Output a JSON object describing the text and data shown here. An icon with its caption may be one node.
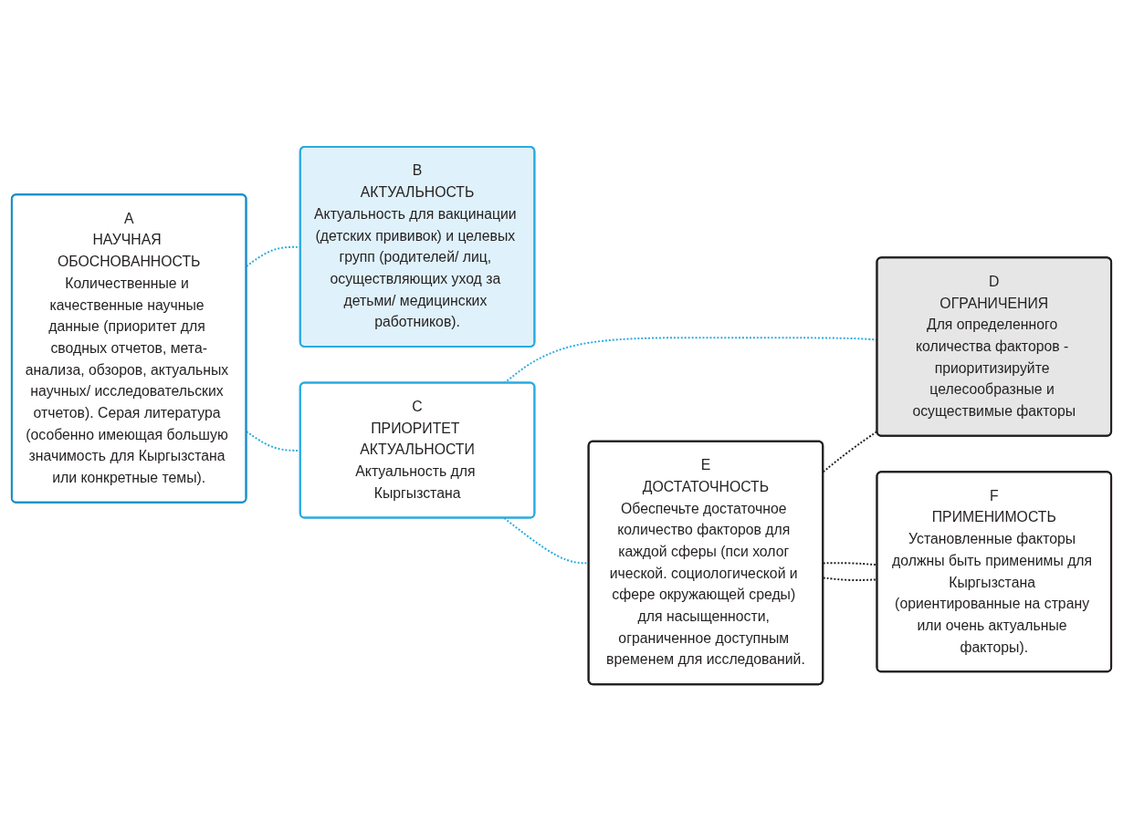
{
  "diagram": {
    "nodes": [
      {
        "text": [
          "A",
          "НАУЧНАЯ ОБОСНОВАННОСТЬ",
          "Количественные и качественные научные данные (приоритет для сводных отчетов, мета-анализа, обзоров, актуальных научных/ исследовательских отчетов). Серая литература (особенно имеющая большую значимость для Кыргызстана или конкретные темы)."
        ]
      },
      {
        "text": [
          "B",
          "АКТУАЛЬНОСТЬ",
          "Актуальность для вакцинации (детских прививок) и целевых групп (родителей/ лиц, осуществляющих уход за детьми/ медицинских работников)."
        ]
      },
      {
        "text": [
          "C",
          "ПРИОРИТЕТ АКТУАЛЬНОСТИ",
          "Актуальность для Кыргызстана"
        ]
      },
      {
        "text": [
          "D",
          "ОГРАНИЧЕНИЯ",
          "Для определенного количества факторов - приоритизируйте целесообразные и осуществимые факторы"
        ]
      },
      {
        "text": [
          "E",
          "ДОСТАТОЧНОСТЬ",
          "Обеспечьте достаточное количество факторов для каждой сферы (пси холог ической. социологической и сфере окружающей среды) для насыщенности, ограниченное доступным временем для исследований."
        ]
      },
      {
        "text": [
          "F",
          "ПРИМЕНИМОСТЬ",
          "Установленные факторы должны быть применимы для Кыргызстана (ориентированные на страну или очень актуальные факторы)."
        ]
      }
    ],
    "edges": [
      {
        "from": 0,
        "to": 2,
        "arrow": "none",
        "style": "dashed"
      },
      {
        "from": 0,
        "to": 1,
        "arrow": "none",
        "style": "dashed"
      },
      {
        "from": 2,
        "to": 4,
        "arrow": "none",
        "style": "dashed"
      },
      {
        "from": 2,
        "to": 3,
        "arrow": "none",
        "style": "dashed"
      },
      {
        "from": 4,
        "to": 3,
        "arrow": "none",
        "style": "dashed",
        "color": "#231f20"
      },
      {
        "from": 4,
        "to": 5,
        "arrow": "none",
        "style": "dashed",
        "color": "#231f20"
      },
      {
        "from": 4,
        "to": 5,
        "arrow": "none",
        "style": "dashed",
        "color": "#231f20"
      }
    ]
  }
}
